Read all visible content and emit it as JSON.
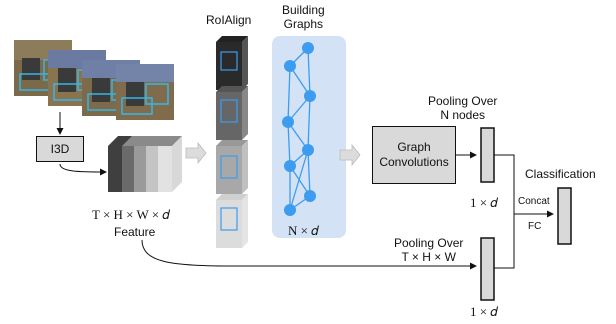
{
  "labels": {
    "roialign": "RoIAlign",
    "building_graphs": "Building\nGraphs",
    "i3d": "I3D",
    "feature_dims": "T × H × W × 𝑑",
    "feature": "Feature",
    "node_dims": "N × 𝑑",
    "pooling_nodes": "Pooling Over\nN nodes",
    "graph_conv": "Graph\nConvolutions",
    "graph_out_dims": "1 × 𝑑",
    "classification": "Classification",
    "concat": "Concat",
    "fc": "FC",
    "pooling_thw": "Pooling Over\nT × H × W",
    "pooled_out_dims": "1 × 𝑑"
  },
  "colors": {
    "graph_panel": "#d3e3f5",
    "node": "#3d9cf0",
    "edge": "#3d9cf0",
    "box_fill": "#d9d9d9",
    "frame_outline": "#35b6e8",
    "arrow_fill": "#dcdcdc"
  }
}
